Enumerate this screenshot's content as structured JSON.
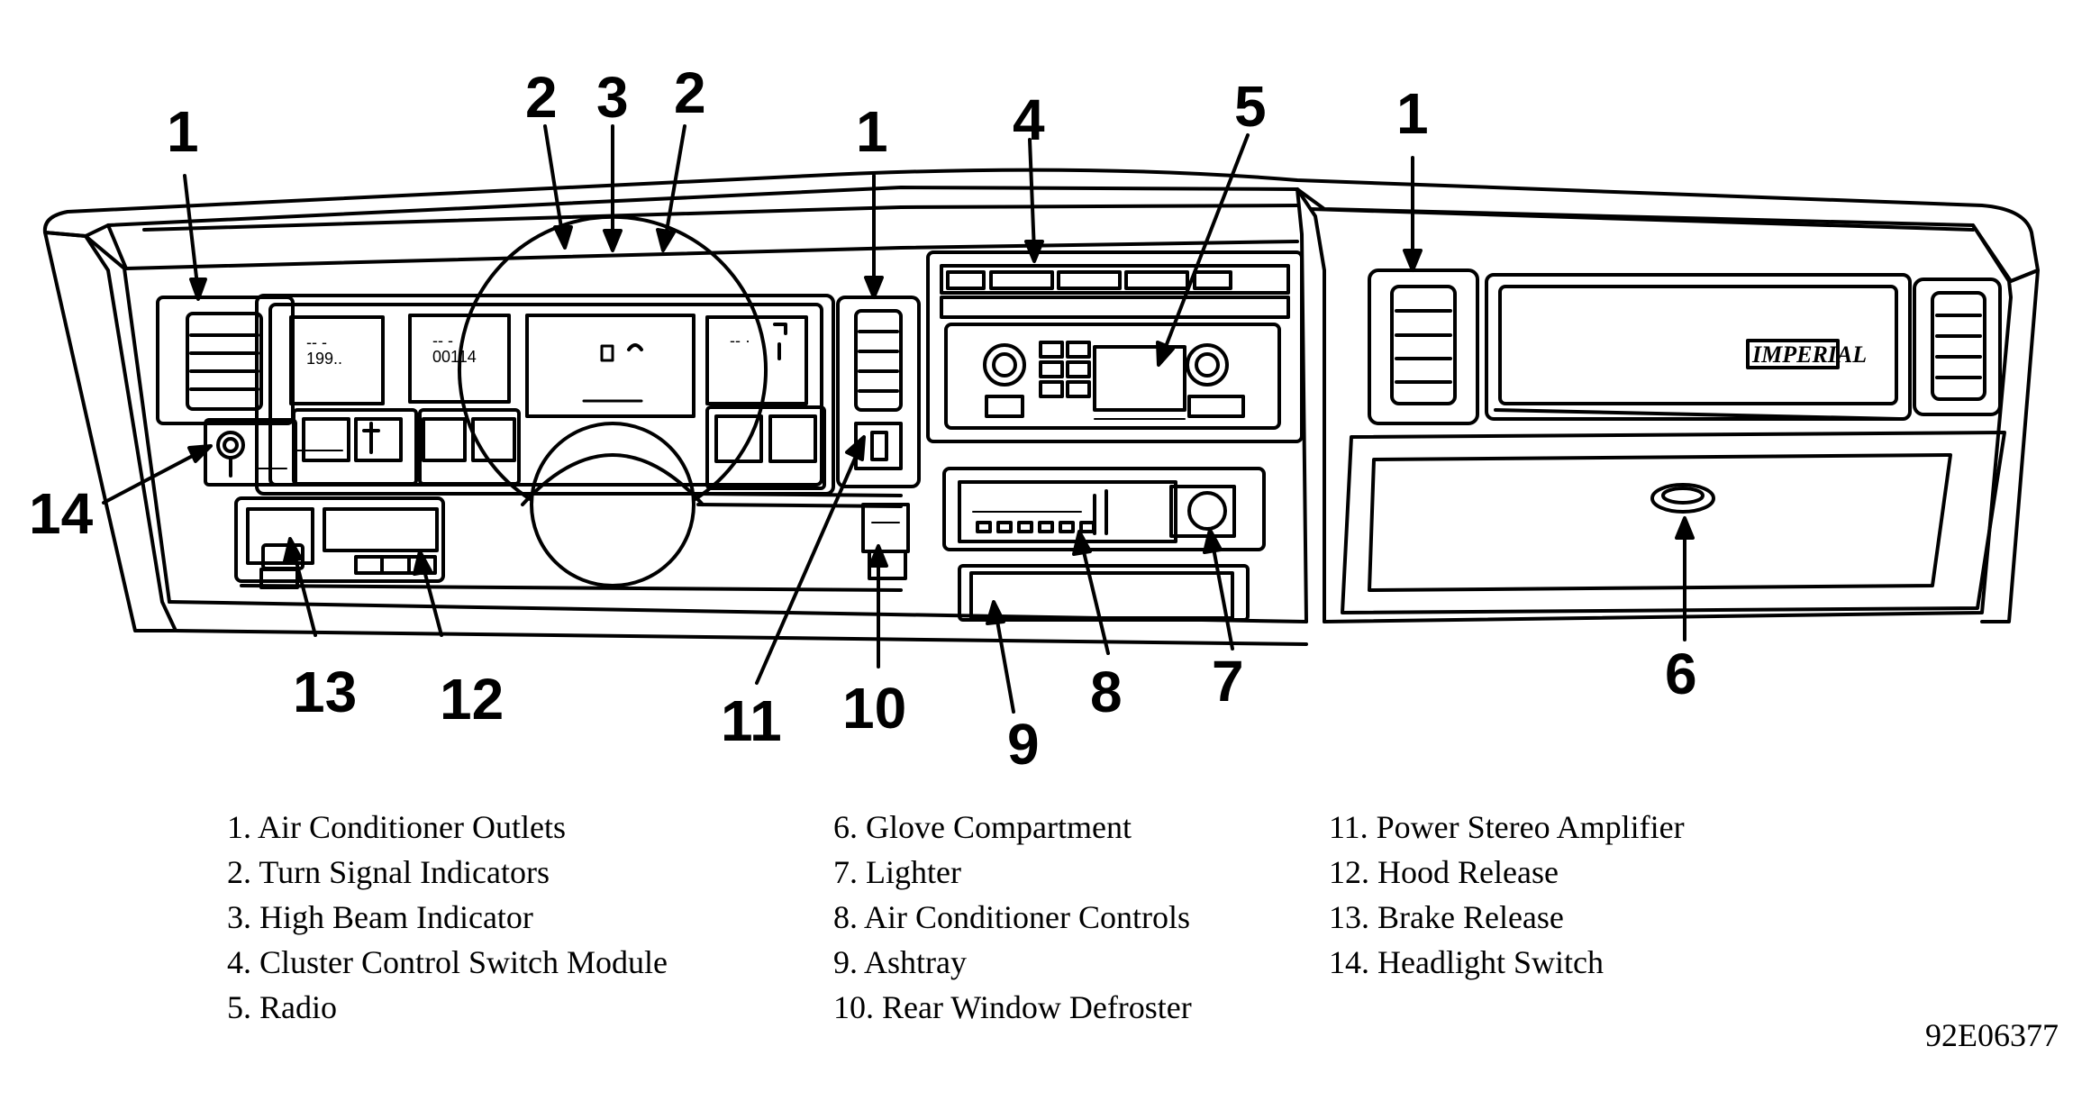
{
  "callouts": {
    "c1_left": "1",
    "c2_left": "2",
    "c3": "3",
    "c2_right": "2",
    "c1_center": "1",
    "c4": "4",
    "c5": "5",
    "c1_right": "1",
    "c14": "14",
    "c13": "13",
    "c12": "12",
    "c11": "11",
    "c10": "10",
    "c9": "9",
    "c8": "8",
    "c7": "7",
    "c6": "6"
  },
  "badge": "IMPERIAL",
  "legend": {
    "col1": [
      "1. Air Conditioner Outlets",
      "2. Turn Signal Indicators",
      "3. High Beam Indicator",
      "4. Cluster Control Switch Module",
      "5. Radio"
    ],
    "col2": [
      "6. Glove Compartment",
      "7. Lighter",
      "8. Air Conditioner Controls",
      "9. Ashtray",
      "10. Rear Window Defroster"
    ],
    "col3": [
      "11. Power Stereo Amplifier",
      "12. Hood Release",
      "13. Brake Release",
      "14. Headlight Switch"
    ]
  },
  "figure_code": "92E06377",
  "colors": {
    "ink": "#000000",
    "paper": "#ffffff"
  }
}
